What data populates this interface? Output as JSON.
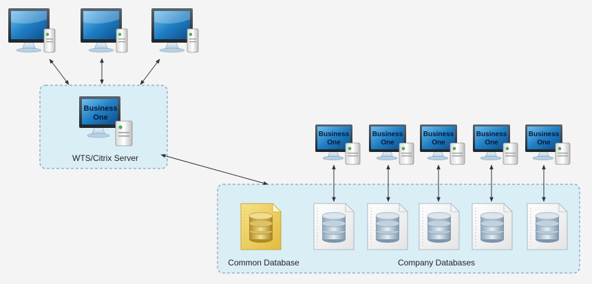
{
  "clients": [
    {
      "id": "client-1"
    },
    {
      "id": "client-2"
    },
    {
      "id": "client-3"
    }
  ],
  "server": {
    "label": "WTS/Citrix Server",
    "screen_line1": "Business",
    "screen_line2": "One"
  },
  "db_group": {
    "common_label": "Common Database",
    "company_label": "Company Databases"
  },
  "workstations": [
    {
      "line1": "Business",
      "line2": "One"
    },
    {
      "line1": "Business",
      "line2": "One"
    },
    {
      "line1": "Business",
      "line2": "One"
    },
    {
      "line1": "Business",
      "line2": "One"
    },
    {
      "line1": "Business",
      "line2": "One"
    }
  ],
  "colors": {
    "box_fill": "#daeef6",
    "box_stroke": "#6a8fb3",
    "common_db": "#e8c95a",
    "company_db": "#b7c9d8",
    "arrow": "#333333"
  }
}
